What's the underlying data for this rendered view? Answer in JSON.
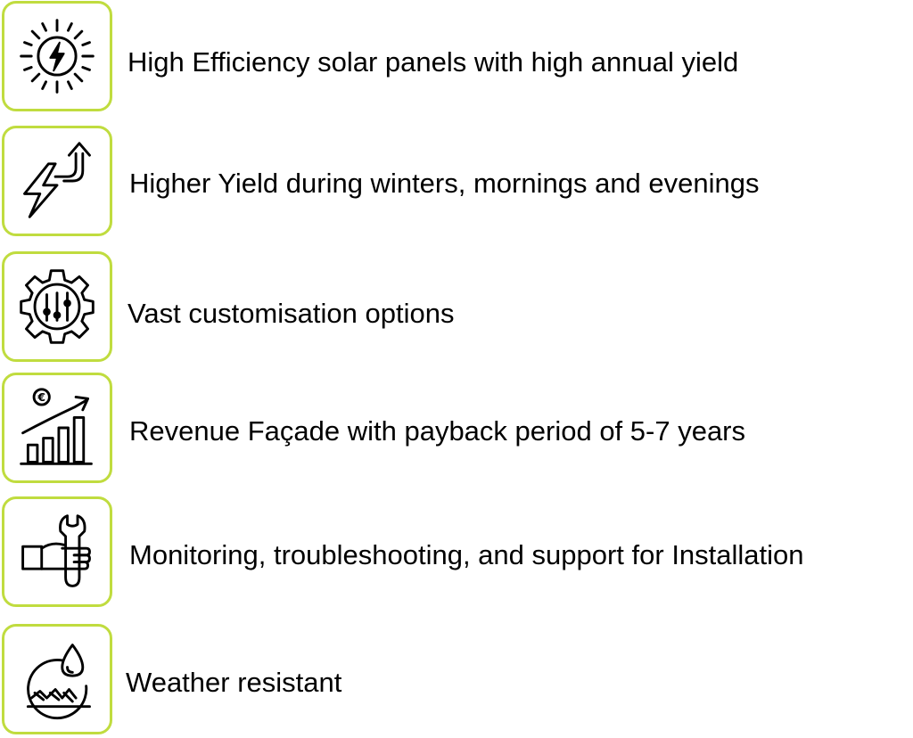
{
  "accent_color": "#c0dc3f",
  "text_color": "#000000",
  "features": [
    {
      "icon": "sun-bolt-icon",
      "label": "High Efficiency solar panels with high annual yield"
    },
    {
      "icon": "lightning-arrow-up-icon",
      "label": "Higher Yield during winters, mornings and evenings"
    },
    {
      "icon": "gear-sliders-icon",
      "label": "Vast customisation options"
    },
    {
      "icon": "euro-growth-chart-icon",
      "label": "Revenue Façade with payback period of 5-7 years"
    },
    {
      "icon": "hand-wrench-icon",
      "label": "Monitoring, troubleshooting, and support for Installation"
    },
    {
      "icon": "weather-drop-shield-icon",
      "label": "Weather resistant"
    }
  ]
}
